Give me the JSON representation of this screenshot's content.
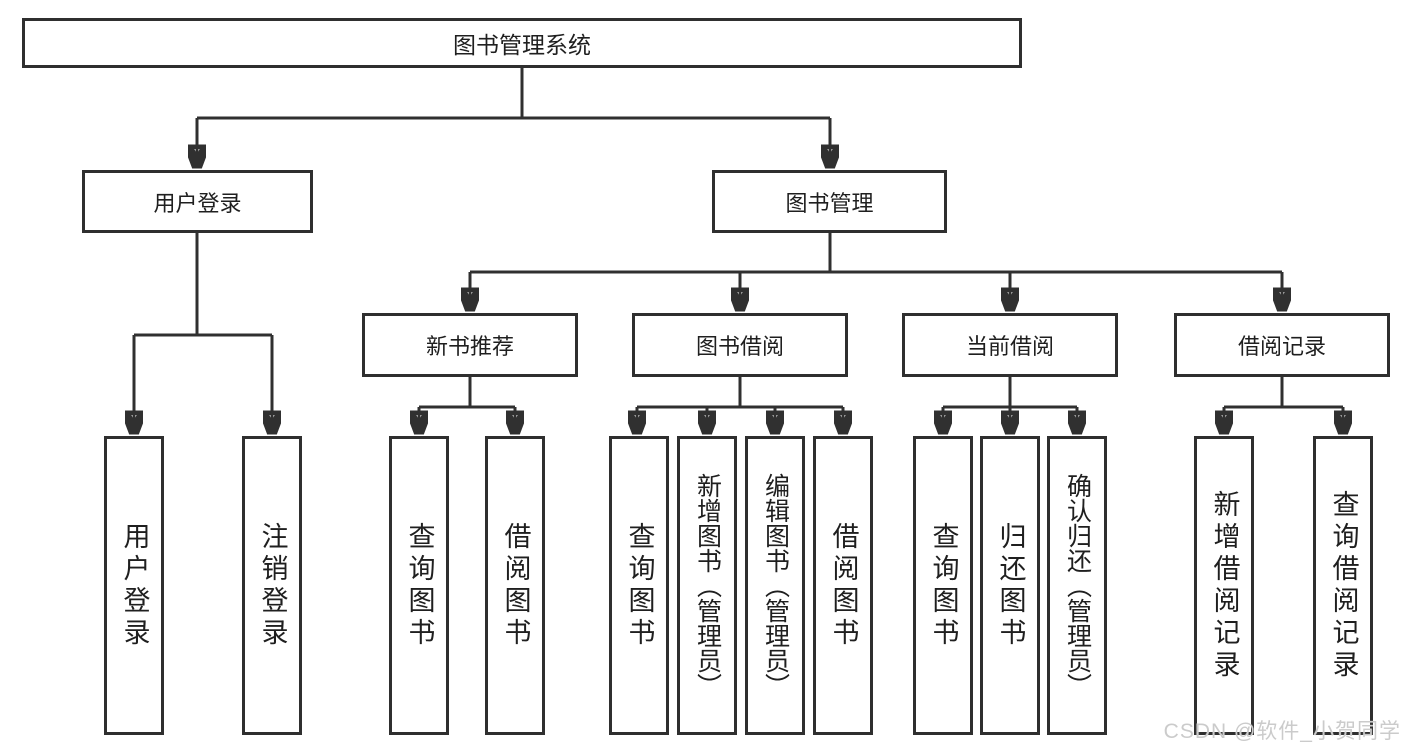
{
  "diagram": {
    "root": {
      "label": "图书管理系统"
    },
    "branches": [
      {
        "label": "用户登录",
        "children": [
          {
            "label": "用户登录"
          },
          {
            "label": "注销登录"
          }
        ]
      },
      {
        "label": "图书管理",
        "children": [
          {
            "label": "新书推荐",
            "children": [
              {
                "label": "查询图书"
              },
              {
                "label": "借阅图书"
              }
            ]
          },
          {
            "label": "图书借阅",
            "children": [
              {
                "label": "查询图书"
              },
              {
                "label": "新增图书（管理员）"
              },
              {
                "label": "编辑图书（管理员）"
              },
              {
                "label": "借阅图书"
              }
            ]
          },
          {
            "label": "当前借阅",
            "children": [
              {
                "label": "查询图书"
              },
              {
                "label": "归还图书"
              },
              {
                "label": "确认归还（管理员）"
              }
            ]
          },
          {
            "label": "借阅记录",
            "children": [
              {
                "label": "新增借阅记录"
              },
              {
                "label": "查询借阅记录"
              }
            ]
          }
        ]
      }
    ]
  },
  "watermark": "CSDN @软件_小贺同学",
  "colors": {
    "box_border": "#2f2f2f",
    "connector_line": "#303030",
    "background": "#ffffff",
    "text": "#1f1f1f",
    "watermark": "#cbcbcb"
  }
}
